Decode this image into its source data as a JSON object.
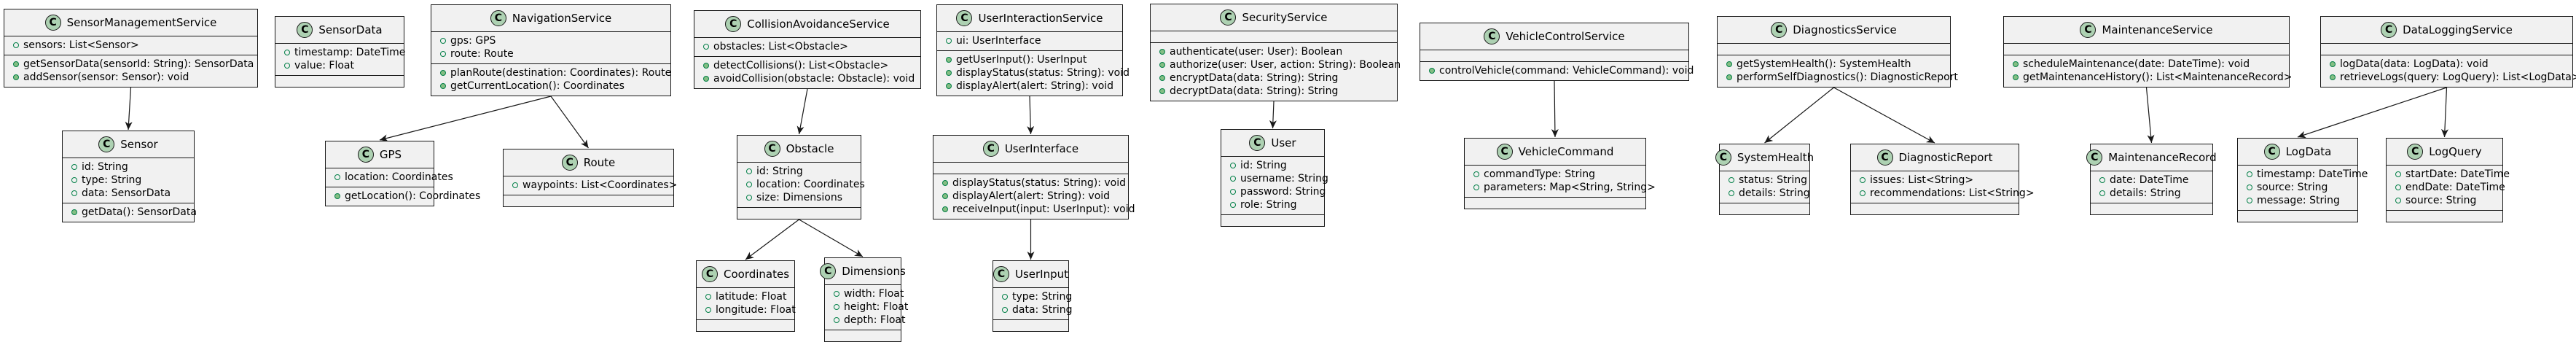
{
  "colors": {
    "box_fill": "#f1f1f1",
    "border": "#181818",
    "badge_fill": "#add1b2",
    "edge": "#181818",
    "visibility": "#84be84"
  },
  "icons": {
    "class_badge": "class-c-icon",
    "field_marker": "public-field-icon",
    "method_marker": "public-method-icon"
  },
  "classes": [
    {
      "id": "SensorManagementService",
      "badge": "C",
      "name": "SensorManagementService",
      "fields": [
        "sensors: List<Sensor>"
      ],
      "methods": [
        "getSensorData(sensorId: String): SensorData",
        "addSensor(sensor: Sensor): void"
      ]
    },
    {
      "id": "Sensor",
      "badge": "C",
      "name": "Sensor",
      "fields": [
        "id: String",
        "type: String",
        "data: SensorData"
      ],
      "methods": [
        "getData(): SensorData"
      ]
    },
    {
      "id": "SensorData",
      "badge": "C",
      "name": "SensorData",
      "fields": [
        "timestamp: DateTime",
        "value: Float"
      ],
      "methods": []
    },
    {
      "id": "NavigationService",
      "badge": "C",
      "name": "NavigationService",
      "fields": [
        "gps: GPS",
        "route: Route"
      ],
      "methods": [
        "planRoute(destination: Coordinates): Route",
        "getCurrentLocation(): Coordinates"
      ]
    },
    {
      "id": "GPS",
      "badge": "C",
      "name": "GPS",
      "fields": [
        "location: Coordinates"
      ],
      "methods": [
        "getLocation(): Coordinates"
      ]
    },
    {
      "id": "Route",
      "badge": "C",
      "name": "Route",
      "fields": [
        "waypoints: List<Coordinates>"
      ],
      "methods": []
    },
    {
      "id": "CollisionAvoidanceService",
      "badge": "C",
      "name": "CollisionAvoidanceService",
      "fields": [
        "obstacles: List<Obstacle>"
      ],
      "methods": [
        "detectCollisions(): List<Obstacle>",
        "avoidCollision(obstacle: Obstacle): void"
      ]
    },
    {
      "id": "Obstacle",
      "badge": "C",
      "name": "Obstacle",
      "fields": [
        "id: String",
        "location: Coordinates",
        "size: Dimensions"
      ],
      "methods": []
    },
    {
      "id": "Coordinates",
      "badge": "C",
      "name": "Coordinates",
      "fields": [
        "latitude: Float",
        "longitude: Float"
      ],
      "methods": []
    },
    {
      "id": "Dimensions",
      "badge": "C",
      "name": "Dimensions",
      "fields": [
        "width: Float",
        "height: Float",
        "depth: Float"
      ],
      "methods": []
    },
    {
      "id": "UserInteractionService",
      "badge": "C",
      "name": "UserInteractionService",
      "fields": [
        "ui: UserInterface"
      ],
      "methods": [
        "getUserInput(): UserInput",
        "displayStatus(status: String): void",
        "displayAlert(alert: String): void"
      ]
    },
    {
      "id": "UserInterface",
      "badge": "C",
      "name": "UserInterface",
      "fields": [],
      "methods": [
        "displayStatus(status: String): void",
        "displayAlert(alert: String): void",
        "receiveInput(input: UserInput): void"
      ]
    },
    {
      "id": "UserInput",
      "badge": "C",
      "name": "UserInput",
      "fields": [
        "type: String",
        "data: String"
      ],
      "methods": []
    },
    {
      "id": "SecurityService",
      "badge": "C",
      "name": "SecurityService",
      "fields": [],
      "methods": [
        "authenticate(user: User): Boolean",
        "authorize(user: User, action: String): Boolean",
        "encryptData(data: String): String",
        "decryptData(data: String): String"
      ]
    },
    {
      "id": "User",
      "badge": "C",
      "name": "User",
      "fields": [
        "id: String",
        "username: String",
        "password: String",
        "role: String"
      ],
      "methods": []
    },
    {
      "id": "VehicleControlService",
      "badge": "C",
      "name": "VehicleControlService",
      "fields": [],
      "methods": [
        "controlVehicle(command: VehicleCommand): void"
      ]
    },
    {
      "id": "VehicleCommand",
      "badge": "C",
      "name": "VehicleCommand",
      "fields": [
        "commandType: String",
        "parameters: Map<String, String>"
      ],
      "methods": []
    },
    {
      "id": "DiagnosticsService",
      "badge": "C",
      "name": "DiagnosticsService",
      "fields": [],
      "methods": [
        "getSystemHealth(): SystemHealth",
        "performSelfDiagnostics(): DiagnosticReport"
      ]
    },
    {
      "id": "SystemHealth",
      "badge": "C",
      "name": "SystemHealth",
      "fields": [
        "status: String",
        "details: String"
      ],
      "methods": []
    },
    {
      "id": "DiagnosticReport",
      "badge": "C",
      "name": "DiagnosticReport",
      "fields": [
        "issues: List<String>",
        "recommendations: List<String>"
      ],
      "methods": []
    },
    {
      "id": "MaintenanceService",
      "badge": "C",
      "name": "MaintenanceService",
      "fields": [],
      "methods": [
        "scheduleMaintenance(date: DateTime): void",
        "getMaintenanceHistory(): List<MaintenanceRecord>"
      ]
    },
    {
      "id": "MaintenanceRecord",
      "badge": "C",
      "name": "MaintenanceRecord",
      "fields": [
        "date: DateTime",
        "details: String"
      ],
      "methods": []
    },
    {
      "id": "DataLoggingService",
      "badge": "C",
      "name": "DataLoggingService",
      "fields": [],
      "methods": [
        "logData(data: LogData): void",
        "retrieveLogs(query: LogQuery): List<LogData>"
      ]
    },
    {
      "id": "LogData",
      "badge": "C",
      "name": "LogData",
      "fields": [
        "timestamp: DateTime",
        "source: String",
        "message: String"
      ],
      "methods": []
    },
    {
      "id": "LogQuery",
      "badge": "C",
      "name": "LogQuery",
      "fields": [
        "startDate: DateTime",
        "endDate: DateTime",
        "source: String"
      ],
      "methods": []
    }
  ],
  "relations": [
    {
      "from": "SensorManagementService",
      "to": "Sensor"
    },
    {
      "from": "NavigationService",
      "to": "GPS"
    },
    {
      "from": "NavigationService",
      "to": "Route"
    },
    {
      "from": "CollisionAvoidanceService",
      "to": "Obstacle"
    },
    {
      "from": "Obstacle",
      "to": "Coordinates"
    },
    {
      "from": "Obstacle",
      "to": "Dimensions"
    },
    {
      "from": "UserInteractionService",
      "to": "UserInterface"
    },
    {
      "from": "UserInterface",
      "to": "UserInput"
    },
    {
      "from": "SecurityService",
      "to": "User"
    },
    {
      "from": "VehicleControlService",
      "to": "VehicleCommand"
    },
    {
      "from": "DiagnosticsService",
      "to": "SystemHealth"
    },
    {
      "from": "DiagnosticsService",
      "to": "DiagnosticReport"
    },
    {
      "from": "MaintenanceService",
      "to": "MaintenanceRecord"
    },
    {
      "from": "DataLoggingService",
      "to": "LogData"
    },
    {
      "from": "DataLoggingService",
      "to": "LogQuery"
    }
  ]
}
